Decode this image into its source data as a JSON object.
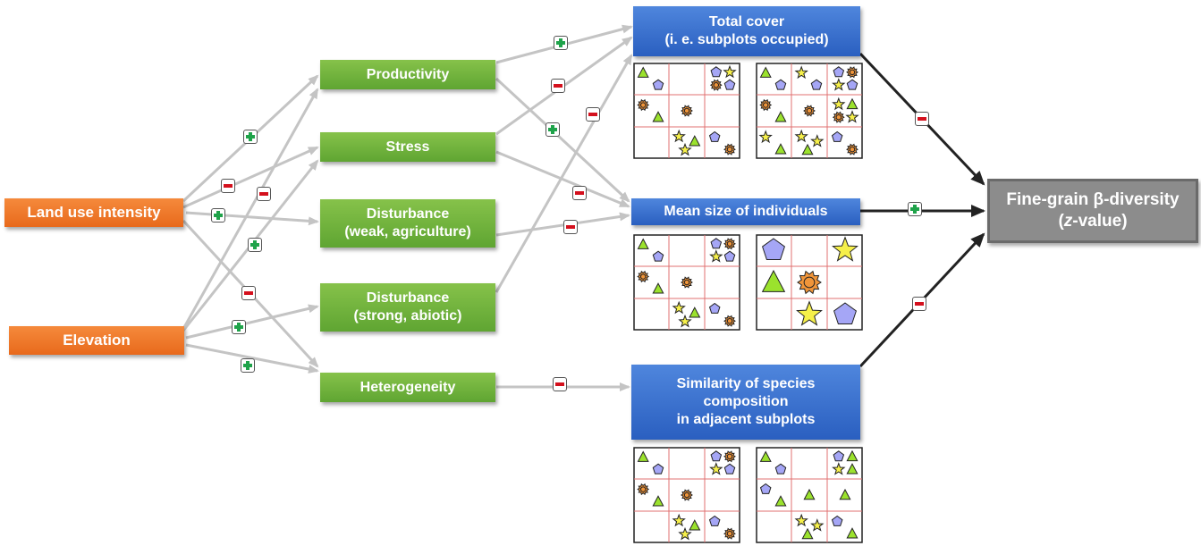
{
  "drivers": {
    "land_use": "Land use intensity",
    "elevation": "Elevation"
  },
  "factors": {
    "productivity": "Productivity",
    "stress": "Stress",
    "disturbance_weak": [
      "Disturbance",
      "(weak, agriculture)"
    ],
    "disturbance_strong": [
      "Disturbance",
      "(strong, abiotic)"
    ],
    "heterogeneity": "Heterogeneity"
  },
  "components": {
    "total_cover": [
      "Total cover",
      "(i. e. subplots occupied)"
    ],
    "mean_size": "Mean size of individuals",
    "similarity": [
      "Similarity of species",
      "composition",
      "in adjacent subplots"
    ]
  },
  "outcome": {
    "main": "Fine-grain β-diversity",
    "z_letter": "z",
    "z_suffix": "-value"
  },
  "effect_signs": {
    "landuse_stress": "minus",
    "landuse_disturbance_weak": "plus",
    "landuse_heterogeneity": "minus",
    "landuse_productivity": "plus",
    "elevation_productivity": "minus",
    "elevation_stress": "plus",
    "elevation_disturbance_strong": "plus",
    "elevation_heterogeneity": "plus",
    "productivity_total_cover": "plus",
    "stress_total_cover": "minus",
    "productivity_mean_size": "plus",
    "disturbance_strong_total_cover": "minus",
    "stress_mean_size": "minus",
    "disturbance_weak_mean_size": "minus",
    "heterogeneity_similarity": "minus",
    "total_cover_beta": "minus",
    "mean_size_beta": "plus",
    "similarity_beta": "minus"
  },
  "colors": {
    "driver": "#ee7a2a",
    "factor": "#70b23d",
    "component": "#3b72d0",
    "outcome": "#8c8c8c",
    "plus": "#1fa34a",
    "minus": "#d4101d",
    "arrow_grey": "#c4c4c4",
    "arrow_black": "#222222",
    "grid_line": "#e07070",
    "triangle": "#9be22d",
    "pentagon": "#a5a6f6",
    "star": "#f6f04a",
    "sun": "#f0953a"
  },
  "icons": [
    "triangle-icon",
    "pentagon-icon",
    "star-icon",
    "sun-icon",
    "plus-icon",
    "minus-icon"
  ],
  "species_grids": [
    {
      "name": "total-cover-grid-1",
      "cells": [
        [
          "T",
          "P"
        ],
        [],
        [
          "P",
          "S",
          "U",
          "P"
        ],
        [
          "U",
          "T"
        ],
        [
          "U"
        ],
        [],
        [],
        [
          "S",
          "T",
          "S"
        ],
        [
          "P",
          "U"
        ]
      ]
    },
    {
      "name": "total-cover-grid-2",
      "cells": [
        [
          "T",
          "P"
        ],
        [
          "S",
          "P"
        ],
        [
          "P",
          "U",
          "S",
          "P"
        ],
        [
          "U",
          "T"
        ],
        [
          "U"
        ],
        [
          "S",
          "T",
          "U",
          "S"
        ],
        [
          "S",
          "T"
        ],
        [
          "S",
          "S",
          "T"
        ],
        [
          "P",
          "U"
        ]
      ]
    },
    {
      "name": "mean-size-grid-1",
      "cells": [
        [
          "T",
          "P"
        ],
        [],
        [
          "P",
          "U",
          "S",
          "P"
        ],
        [
          "U",
          "T"
        ],
        [
          "U"
        ],
        [],
        [],
        [
          "S",
          "T",
          "S"
        ],
        [
          "P",
          "U"
        ]
      ]
    },
    {
      "name": "mean-size-grid-2",
      "cells": [
        [
          "P"
        ],
        [],
        [
          "S"
        ],
        [
          "T"
        ],
        [
          "U"
        ],
        [],
        [],
        [
          "S"
        ],
        [
          "P"
        ]
      ]
    },
    {
      "name": "similarity-grid-1",
      "cells": [
        [
          "T",
          "P"
        ],
        [],
        [
          "P",
          "U",
          "S",
          "P"
        ],
        [
          "U",
          "T"
        ],
        [
          "U"
        ],
        [],
        [],
        [
          "S",
          "T",
          "S"
        ],
        [
          "P",
          "U"
        ]
      ]
    },
    {
      "name": "similarity-grid-2",
      "cells": [
        [
          "T",
          "P"
        ],
        [],
        [
          "P",
          "T",
          "S",
          "T"
        ],
        [
          "P",
          "T"
        ],
        [
          "T"
        ],
        [
          "T"
        ],
        [],
        [
          "S",
          "S",
          "T"
        ],
        [
          "P",
          "T"
        ]
      ]
    }
  ]
}
